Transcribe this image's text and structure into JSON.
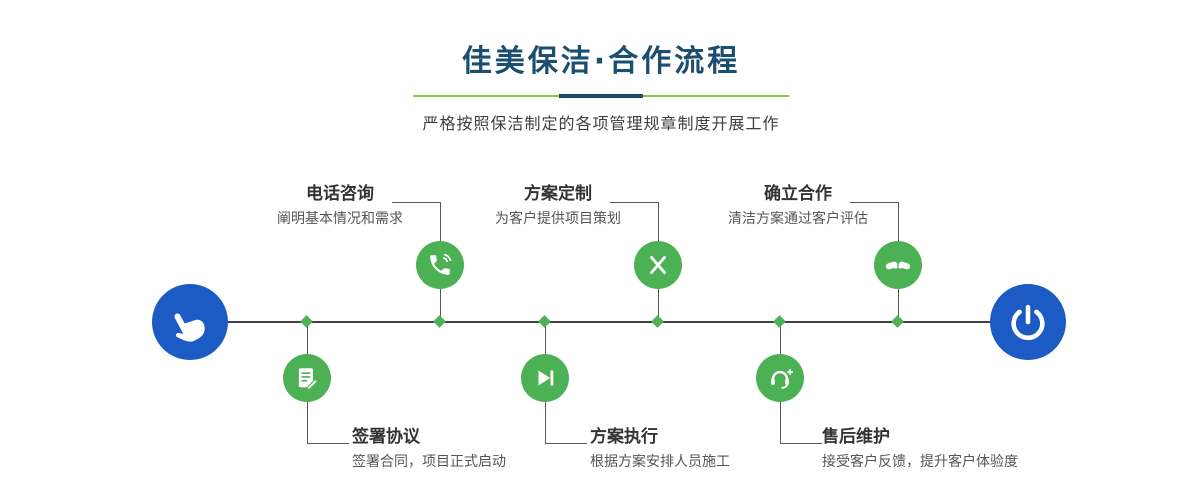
{
  "header": {
    "title": "佳美保洁·合作流程",
    "subtitle": "严格按照保洁制定的各项管理规章制度开展工作"
  },
  "flow": {
    "start": {
      "icon": "pointing-hand-icon"
    },
    "end": {
      "icon": "power-icon"
    },
    "steps_top": [
      {
        "title": "电话咨询",
        "desc": "阐明基本情况和需求",
        "icon": "phone-icon"
      },
      {
        "title": "方案定制",
        "desc": "为客户提供项目策划",
        "icon": "design-tools-icon"
      },
      {
        "title": "确立合作",
        "desc": "清洁方案通过客户评估",
        "icon": "handshake-icon"
      }
    ],
    "steps_bottom": [
      {
        "title": "签署协议",
        "desc": "签署合同，项目正式启动",
        "icon": "contract-icon"
      },
      {
        "title": "方案执行",
        "desc": "根据方案安排人员施工",
        "icon": "play-icon"
      },
      {
        "title": "售后维护",
        "desc": "接受客户反馈，提升客户体验度",
        "icon": "headset-icon"
      }
    ]
  },
  "colors": {
    "title_blue": "#1b4f72",
    "accent_blue": "#1d5bc4",
    "accent_green": "#4cb155",
    "underline_green": "#8dc63f"
  }
}
